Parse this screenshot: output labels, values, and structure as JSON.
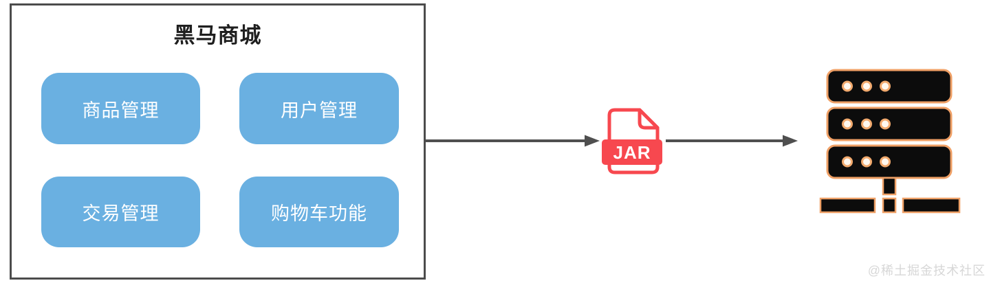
{
  "app_box": {
    "title": "黑马商城",
    "modules": [
      {
        "id": "product",
        "label": "商品管理"
      },
      {
        "id": "user",
        "label": "用户管理"
      },
      {
        "id": "trade",
        "label": "交易管理"
      },
      {
        "id": "cart",
        "label": "购物车功能"
      }
    ]
  },
  "jar": {
    "label": "JAR"
  },
  "watermark": {
    "text": "@稀土掘金技术社区"
  },
  "icons": [
    "jar-file-icon",
    "server-icon",
    "right-arrow-icon"
  ],
  "colors": {
    "module_blue": "#6ab0e1",
    "jar_red": "#f7484f",
    "server_orange": "#efa066",
    "server_dot_ring": "#f2aa6e",
    "line_gray": "#4f4f4f",
    "box_border": "#4c4c4c",
    "title_black": "#1f1f1f",
    "watermark_gray": "#d7d7d7"
  }
}
